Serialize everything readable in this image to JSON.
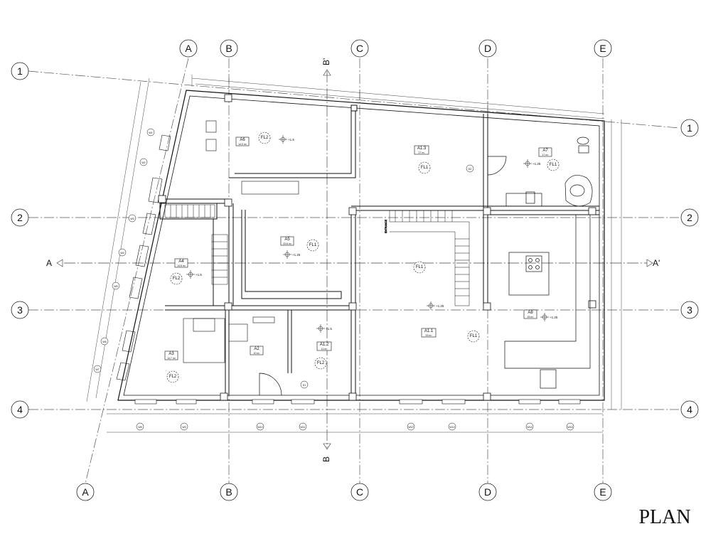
{
  "title": "PLAN",
  "grid": {
    "columns": [
      {
        "label": "A"
      },
      {
        "label": "B"
      },
      {
        "label": "C"
      },
      {
        "label": "D"
      },
      {
        "label": "E"
      }
    ],
    "rows": [
      {
        "label": "1"
      },
      {
        "label": "2"
      },
      {
        "label": "3"
      },
      {
        "label": "4"
      }
    ]
  },
  "sections": {
    "aa_left": "A",
    "aa_right": "A'",
    "bb_top": "B'",
    "bb_bottom": "B"
  },
  "rooms": [
    {
      "code": "A6",
      "area": "14.0 m²"
    },
    {
      "code": "A1.3",
      "area": "27 m²"
    },
    {
      "code": "A7",
      "area": "17 m²"
    },
    {
      "code": "A5",
      "area": "23.6 m²"
    },
    {
      "code": "A4",
      "area": "13.5 m²"
    },
    {
      "code": "A3",
      "area": "14.7 m²"
    },
    {
      "code": "A2",
      "area": "10 m²"
    },
    {
      "code": "A1.2",
      "area": "11 m²"
    },
    {
      "code": "A1.1",
      "area": "33 m²"
    },
    {
      "code": "A8",
      "area": "25 m²"
    }
  ],
  "floor_tags": {
    "fl1": "FL1",
    "fl2": "FL2"
  },
  "levels": {
    "l15": "+1.5",
    "l125": "+1.25"
  },
  "stair_label": "ENTRANCE",
  "windows": {
    "bottom": [
      "W8",
      "W9",
      "W10",
      "W11",
      "W12",
      "W13",
      "W14",
      "W15"
    ],
    "left": [
      "W1",
      "W2",
      "W3",
      "W4",
      "W5",
      "W6",
      "W7"
    ]
  },
  "doors": {
    "d1": "D1",
    "d2": "D2"
  }
}
